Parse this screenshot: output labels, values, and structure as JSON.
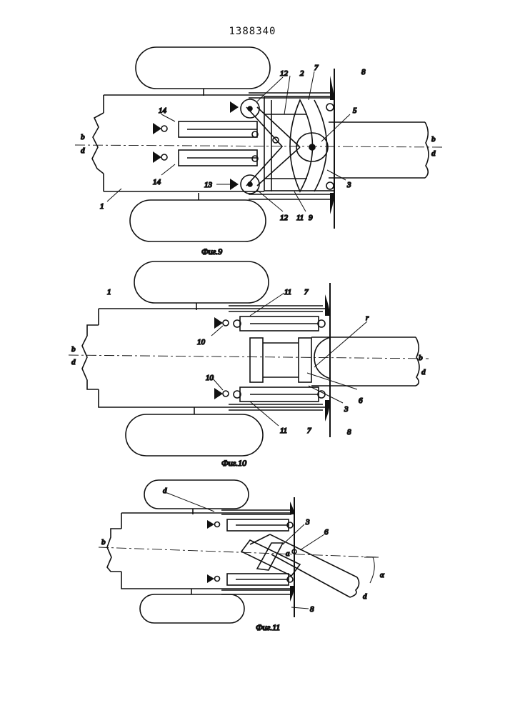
{
  "header": {
    "patent_number": "1388340"
  },
  "figures": [
    {
      "caption": "Фиг.9",
      "labels": {
        "l1": "1",
        "l2": "2",
        "l3": "3",
        "l5": "5",
        "l7": "7",
        "l8": "8",
        "l9": "9",
        "l11": "11",
        "l12a": "12",
        "l12b": "12",
        "l13": "13",
        "l14a": "14",
        "l14b": "14",
        "axis_left_top": "b",
        "axis_left_bottom": "d",
        "axis_right_top": "b",
        "axis_right_bottom": "d"
      }
    },
    {
      "caption": "Фиг.10",
      "labels": {
        "l1": "1",
        "l3": "3",
        "l6": "6",
        "l7a": "7",
        "l7b": "7",
        "l8": "8",
        "l10a": "10",
        "l10b": "10",
        "l11a": "11",
        "l11b": "11",
        "lr": "r",
        "axis_left_top": "b",
        "axis_left_bottom": "d",
        "axis_right_top": "b",
        "axis_right_bottom": "d"
      }
    },
    {
      "caption": "Фиг.11",
      "labels": {
        "l3": "3",
        "l6": "6",
        "l8": "8",
        "ld_top": "d",
        "lb": "b",
        "la_small": "a",
        "alpha": "α",
        "ld_right": "d"
      }
    }
  ]
}
